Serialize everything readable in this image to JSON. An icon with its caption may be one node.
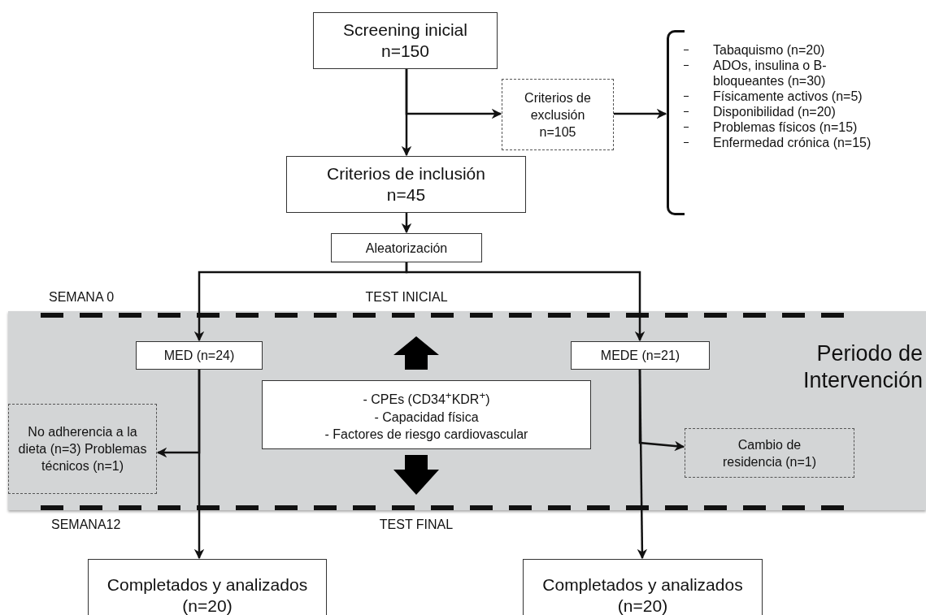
{
  "diagram": {
    "nodes": [
      {
        "text": [
          "Screening inicial n=150"
        ]
      },
      {
        "text": [
          "Criterios de exclusión n=105"
        ]
      },
      {
        "text": [
          "Tabaquismo (n=20)",
          "ADOs, insulina o B-bloqueantes (n=30)",
          "Físicamente activos (n=5)",
          "Disponibilidad (n=20)",
          "Problemas físicos (n=15)",
          "Enfermedad crónica (n=15)"
        ]
      },
      {
        "text": [
          "Criterios de inclusión n=45"
        ]
      },
      {
        "text": [
          "Aleatorización"
        ]
      },
      {
        "text": [
          "Periodo de Intervención"
        ]
      },
      {
        "text": [
          "MED (n=24)"
        ],
        "in": 5
      },
      {
        "text": [
          "MEDE (n=21)"
        ],
        "in": 5
      },
      {
        "text": [
          "- CPEs (CD34$^{+}$KDR$^{+}$)",
          "- Capacidad física",
          "- Factores de riesgo cardiovascular"
        ],
        "in": 5
      },
      {
        "text": [
          "No adherencia a la dieta (n=3) Problemas técnicos (n=1)"
        ],
        "in": 5
      },
      {
        "text": [
          "Cambio de residencia (n=1)"
        ],
        "in": 5
      },
      {
        "text": [
          "Completados y analizados (n=20)"
        ]
      },
      {
        "text": [
          "Completados y analizados (n=20)"
        ]
      }
    ],
    "edges": [
      {
        "from": 0,
        "to": 3,
        "arrow": "to"
      },
      {
        "from": 0,
        "to": 1,
        "arrow": "to"
      },
      {
        "from": 1,
        "to": 2,
        "arrow": "to"
      },
      {
        "from": 3,
        "to": 4,
        "arrow": "to"
      },
      {
        "from": 4,
        "to": 6,
        "arrow": "to"
      },
      {
        "from": 4,
        "to": 7,
        "arrow": "to"
      },
      {
        "from": 6,
        "to": 9,
        "arrow": "to"
      },
      {
        "from": 6,
        "to": 11,
        "arrow": "to"
      },
      {
        "from": 7,
        "to": 10,
        "arrow": "to"
      },
      {
        "from": 7,
        "to": 12,
        "arrow": "to"
      }
    ],
    "labels": [
      "SEMANA 0",
      "TEST INICIAL",
      "SEMANA12",
      "TEST FINAL"
    ]
  }
}
